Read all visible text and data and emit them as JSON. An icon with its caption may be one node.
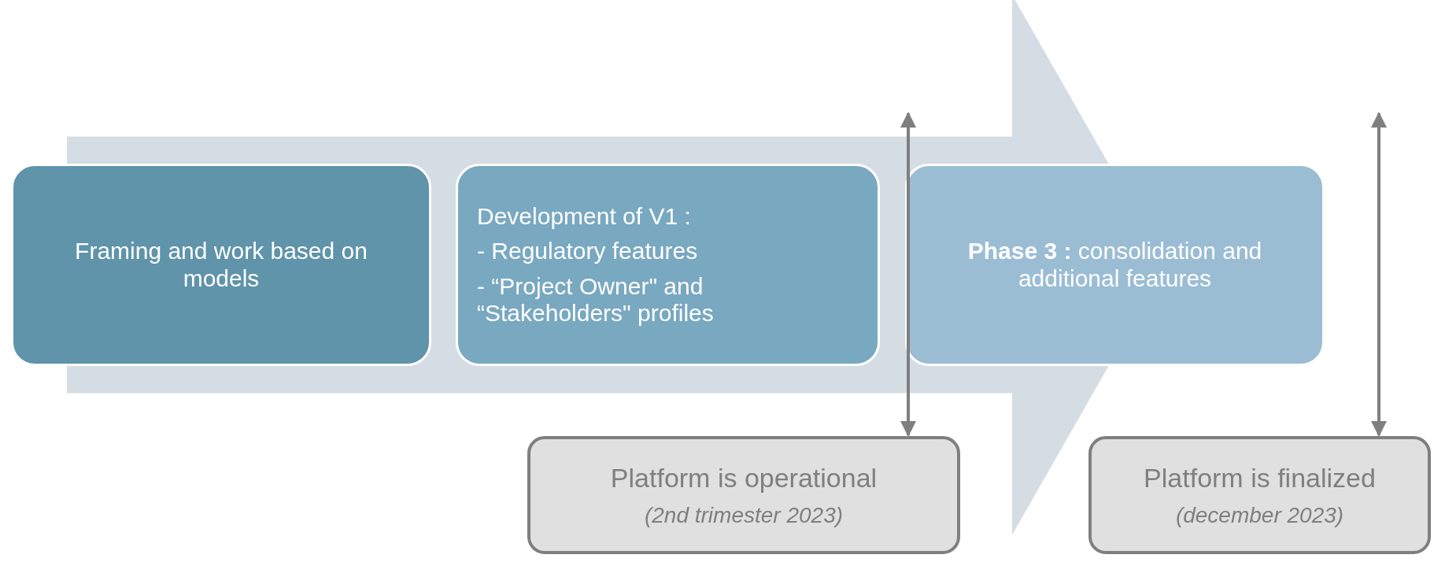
{
  "diagram": {
    "nodes": [
      {
        "text": [
          "Framing and work based on models"
        ]
      },
      {
        "text": [
          "Development of V1 :",
          "- Regulatory features",
          "- “Project Owner\" and “Stakeholders\" profiles"
        ]
      },
      {
        "text": [
          "**Phase 3 :** consolidation and additional features"
        ]
      },
      {
        "text": [
          "Platform is operational",
          "(2nd trimester 2023)"
        ]
      },
      {
        "text": [
          "Platform is finalized",
          "(december 2023)"
        ]
      }
    ],
    "edges": [
      {
        "from": 0,
        "to": 2,
        "arrow": "to",
        "style": "thick"
      },
      {
        "from": 3,
        "to": null,
        "arrow": "both"
      },
      {
        "from": 4,
        "to": null,
        "arrow": "both"
      }
    ]
  }
}
